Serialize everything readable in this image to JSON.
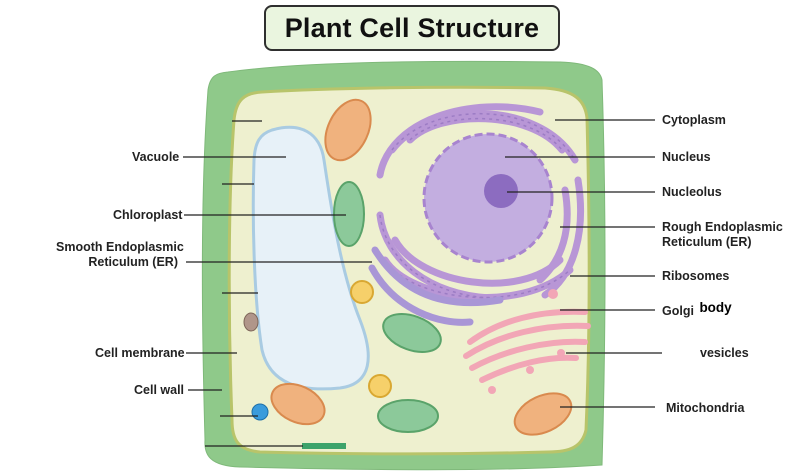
{
  "title": "Plant Cell Structure",
  "labels": {
    "cytoplasm": "Cytoplasm",
    "nucleus": "Nucleus",
    "nucleolus": "Nucleolus",
    "rough_er_line1": "Rough Endoplasmic",
    "rough_er_line2": "Reticulum (ER)",
    "ribosomes": "Ribosomes",
    "golgi": "Golgi",
    "golgi_body": "body",
    "vesicles": "vesicles",
    "mitochondria": "Mitochondria",
    "vacuole": "Vacuole",
    "chloroplast": "Chloroplast",
    "smooth_er_line1": "Smooth Endoplasmic",
    "smooth_er_line2": "Reticulum (ER)",
    "cell_membrane": "Cell membrane",
    "cell_wall": "Cell wall"
  },
  "colors": {
    "cell_wall": "#8fc98a",
    "cytoplasm": "#eef0cf",
    "membrane": "#b8c46a",
    "vacuole": "#e7f1f8",
    "nucleus": "#c3aee0",
    "nucleolus": "#8c6cc0",
    "er": "#b896d6",
    "golgi": "#f2a6b6",
    "mitochondria": "#f0b27e",
    "chloroplast": "#8cc99a"
  }
}
